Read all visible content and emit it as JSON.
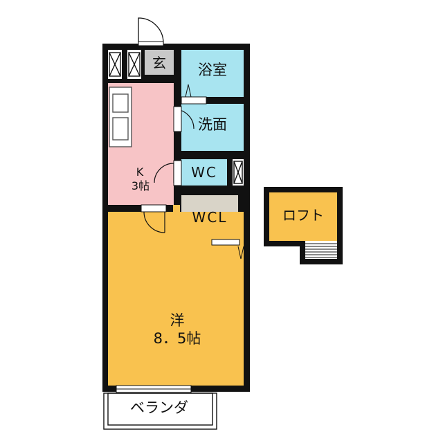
{
  "rooms": {
    "entrance": "玄",
    "bath": "浴室",
    "washroom": "洗面",
    "toilet": "WC",
    "kitchen_name": "K",
    "kitchen_size": "3帖",
    "closet": "WCL",
    "western_name": "洋",
    "western_size": "8．5帖",
    "loft": "ロフト",
    "balcony": "ベランダ"
  },
  "colors": {
    "wall": "#111111",
    "bath": "#a8e4f0",
    "kitchen": "#f7c4c6",
    "western": "#f9c24f",
    "closet": "#d9d4c8",
    "entrance": "#c8c8c8",
    "loft": "#f9c24f"
  }
}
